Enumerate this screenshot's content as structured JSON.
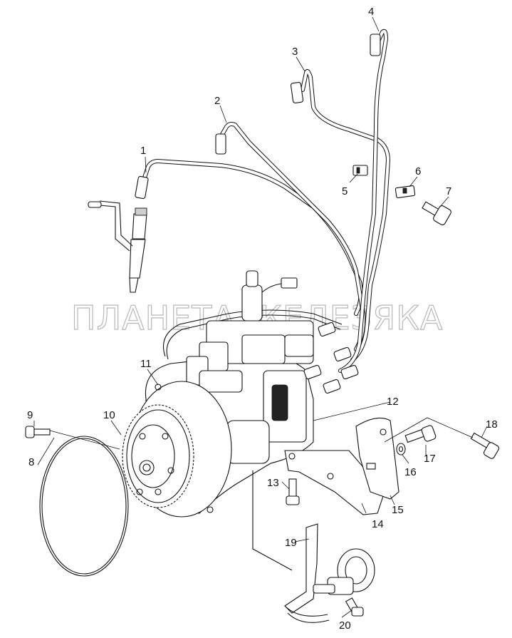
{
  "watermark": "ПЛАНЕТА ЖЕЛЕЗЯКА",
  "callouts": {
    "c1": "1",
    "c2": "2",
    "c3": "3",
    "c4": "4",
    "c5": "5",
    "c6": "6",
    "c7": "7",
    "c8": "8",
    "c9": "9",
    "c10": "10",
    "c11": "11",
    "c12": "12",
    "c13": "13",
    "c14": "14",
    "c15": "15",
    "c16": "16",
    "c17": "17",
    "c18": "18",
    "c19": "19",
    "c20": "20"
  }
}
